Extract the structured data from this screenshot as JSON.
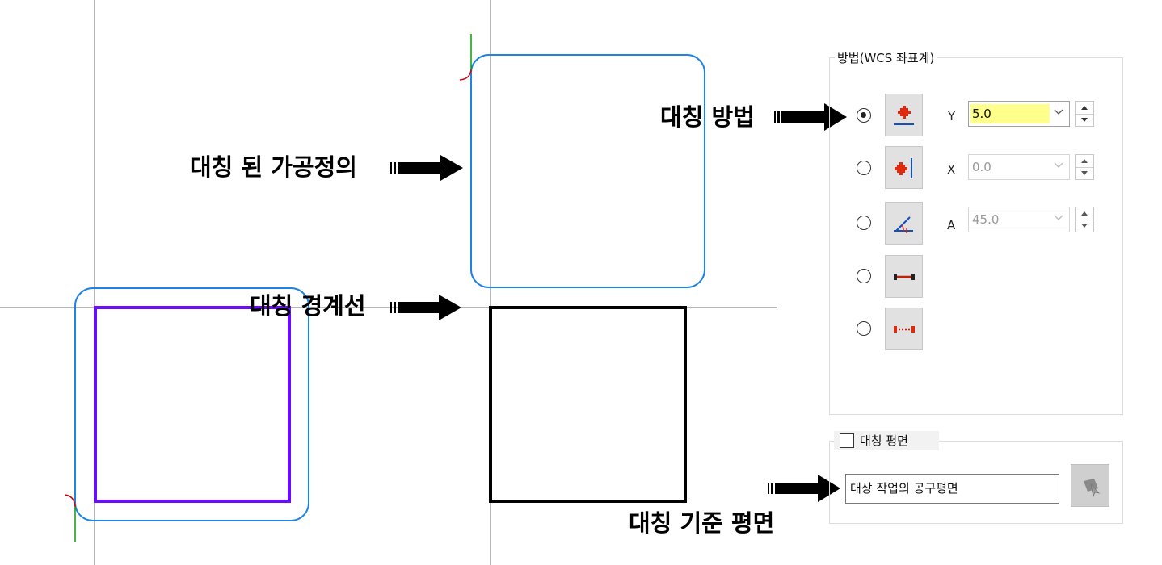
{
  "annotations": {
    "mirrored_toolpath": "대칭 된 가공정의",
    "mirror_boundary": "대칭 경계선",
    "mirror_method": "대칭 방법",
    "mirror_reference_plane": "대칭 기준 평면"
  },
  "method_group": {
    "title": "방법(WCS 좌표계)",
    "options": [
      {
        "icon": "mirror-about-y-icon",
        "selected": true
      },
      {
        "icon": "mirror-about-x-icon",
        "selected": false
      },
      {
        "icon": "mirror-about-angle-icon",
        "selected": false
      },
      {
        "icon": "mirror-two-points-icon",
        "selected": false
      },
      {
        "icon": "mirror-line-icon",
        "selected": false
      }
    ],
    "fields": [
      {
        "label": "Y",
        "value": "5.0",
        "active": true
      },
      {
        "label": "X",
        "value": "0.0",
        "active": false
      },
      {
        "label": "A",
        "value": "45.0",
        "active": false
      }
    ]
  },
  "plane_group": {
    "checkbox_label": "대칭 평면",
    "checked": false,
    "plane_value": "대상 작업의 공구평면",
    "select_icon": "select-plane-icon"
  },
  "colors": {
    "toolpath_blue": "#1e82e6",
    "geometry_purple": "#6a0dff",
    "highlight_yellow": "#ffff8c"
  }
}
